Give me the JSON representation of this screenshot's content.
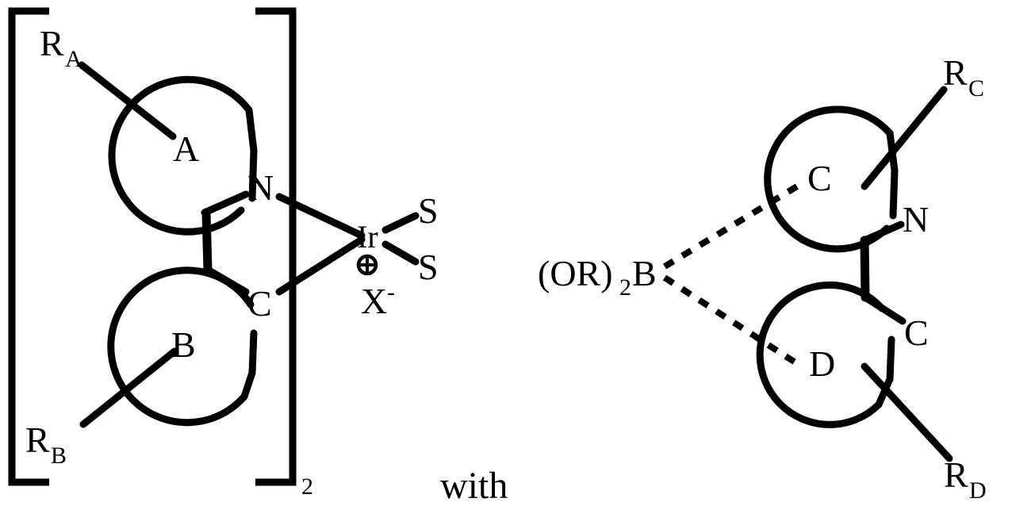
{
  "figure": {
    "kind": "chemical-structure-scheme",
    "description": "Cyclometalated iridium complex cation with bis-cyclometalating ligand shown in brackets with subscript 2, paired with X minus counterion, followed by the word 'with' and a boronate-substituted ligand precursor",
    "line_color": "#000000",
    "background_color": "#ffffff"
  },
  "connector": {
    "text": "with"
  },
  "complex": {
    "bracket": {
      "left": "[",
      "right": "]",
      "subscript": "2"
    },
    "rings": [
      {
        "id": "ring-a",
        "label": "A"
      },
      {
        "id": "ring-b",
        "label": "B"
      }
    ],
    "ring_atoms": [
      {
        "id": "atom-n",
        "label": "N"
      },
      {
        "id": "atom-c",
        "label": "C"
      }
    ],
    "metal": {
      "label": "Ir",
      "charge": "⊕",
      "charge_name": "circled-plus"
    },
    "ligands": [
      {
        "id": "ligand-s-top",
        "label": "S"
      },
      {
        "id": "ligand-s-bottom",
        "label": "S"
      }
    ],
    "counterion": {
      "label": "X",
      "charge": "-"
    },
    "substituents": [
      {
        "id": "subst-ra",
        "base": "R",
        "sub": "A"
      },
      {
        "id": "subst-rb",
        "base": "R",
        "sub": "B"
      }
    ]
  },
  "ligand_precursor": {
    "rings": [
      {
        "id": "ring-c",
        "label": "C"
      },
      {
        "id": "ring-d",
        "label": "D"
      }
    ],
    "ring_atoms": [
      {
        "id": "atom-n2",
        "label": "N"
      },
      {
        "id": "atom-c2",
        "label": "C"
      }
    ],
    "boron_group": {
      "prefix": "(OR)",
      "sub": "2",
      "suffix": "B"
    },
    "substituents": [
      {
        "id": "subst-rc",
        "base": "R",
        "sub": "C"
      },
      {
        "id": "subst-rd",
        "base": "R",
        "sub": "D"
      }
    ]
  }
}
